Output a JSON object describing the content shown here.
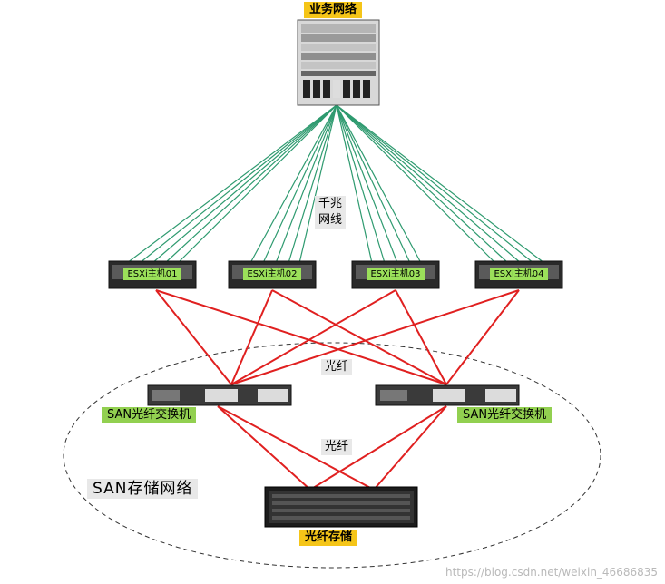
{
  "labels": {
    "business_network": "业务网络",
    "gigabit_network": [
      "千兆",
      "网线"
    ],
    "fiber_top": "光纤",
    "fiber_bottom": "光纤",
    "san_switch_left": "SAN光纤交换机",
    "san_switch_right": "SAN光纤交换机",
    "san_network": "SAN存储网络",
    "fiber_storage": "光纤存储"
  },
  "hosts": [
    {
      "label": "ESXi主机01"
    },
    {
      "label": "ESXi主机02"
    },
    {
      "label": "ESXi主机03"
    },
    {
      "label": "ESXi主机04"
    }
  ],
  "watermark": "https://blog.csdn.net/weixin_46686835",
  "colors": {
    "green_link": "#2e9a6f",
    "red_link": "#e02020",
    "label_yellow": "#f5c518",
    "label_green": "#92d050",
    "label_gray": "#e8e8e8"
  }
}
